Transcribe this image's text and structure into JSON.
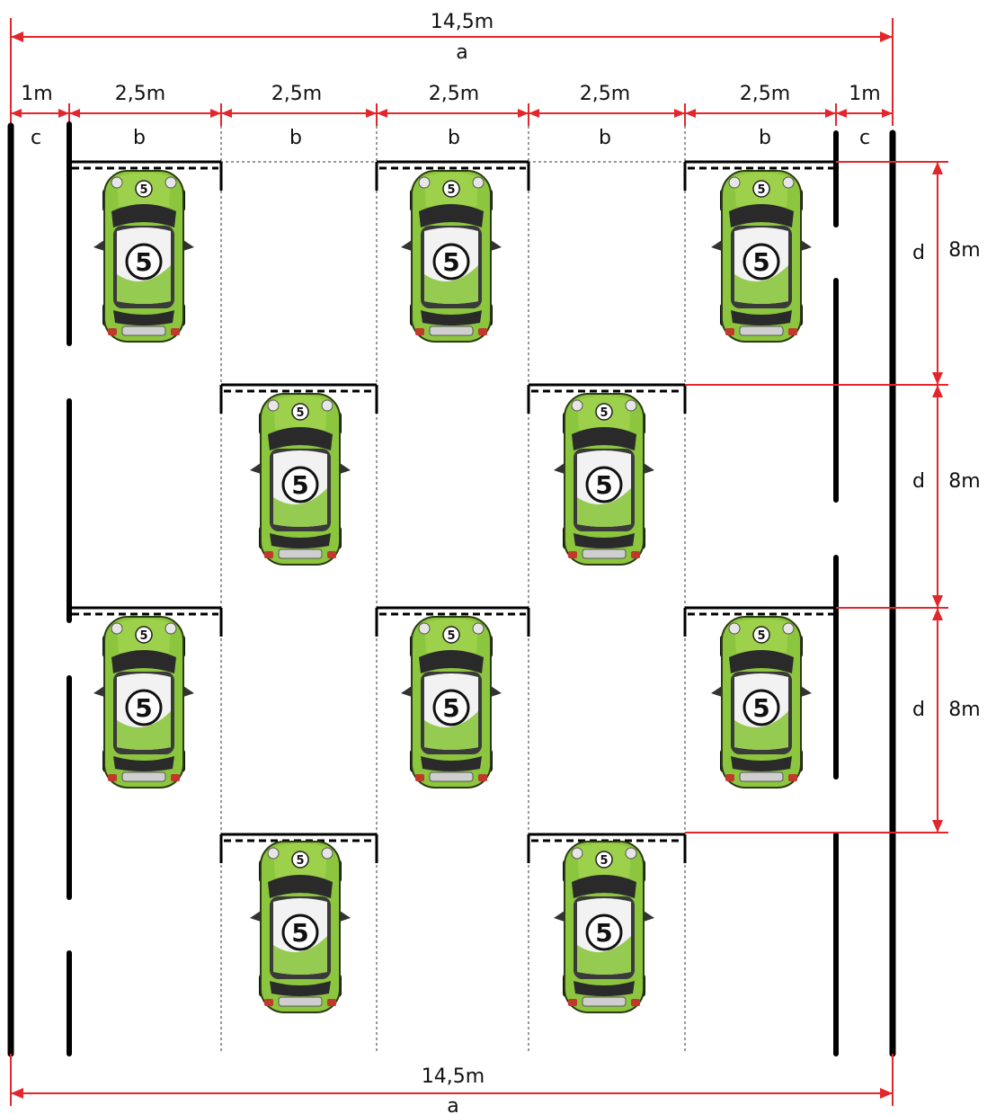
{
  "diagram": {
    "top_dimension": {
      "value": "14,5m",
      "letter": "a"
    },
    "bottom_dimension": {
      "value": "14,5m",
      "letter": "a"
    },
    "column_dimensions": [
      {
        "value": "1m",
        "letter": "c"
      },
      {
        "value": "2,5m",
        "letter": "b"
      },
      {
        "value": "2,5m",
        "letter": "b"
      },
      {
        "value": "2,5m",
        "letter": "b"
      },
      {
        "value": "2,5m",
        "letter": "b"
      },
      {
        "value": "2,5m",
        "letter": "b"
      },
      {
        "value": "1m",
        "letter": "c"
      }
    ],
    "row_dimensions": [
      {
        "value": "8m",
        "letter": "d"
      },
      {
        "value": "8m",
        "letter": "d"
      },
      {
        "value": "8m",
        "letter": "d"
      }
    ],
    "car": {
      "number": "5",
      "body_color": "#8cc63f",
      "dark_color": "#1f1f1f"
    },
    "colors": {
      "dimension_lines": "#e3262b",
      "markings": "#000000"
    }
  }
}
